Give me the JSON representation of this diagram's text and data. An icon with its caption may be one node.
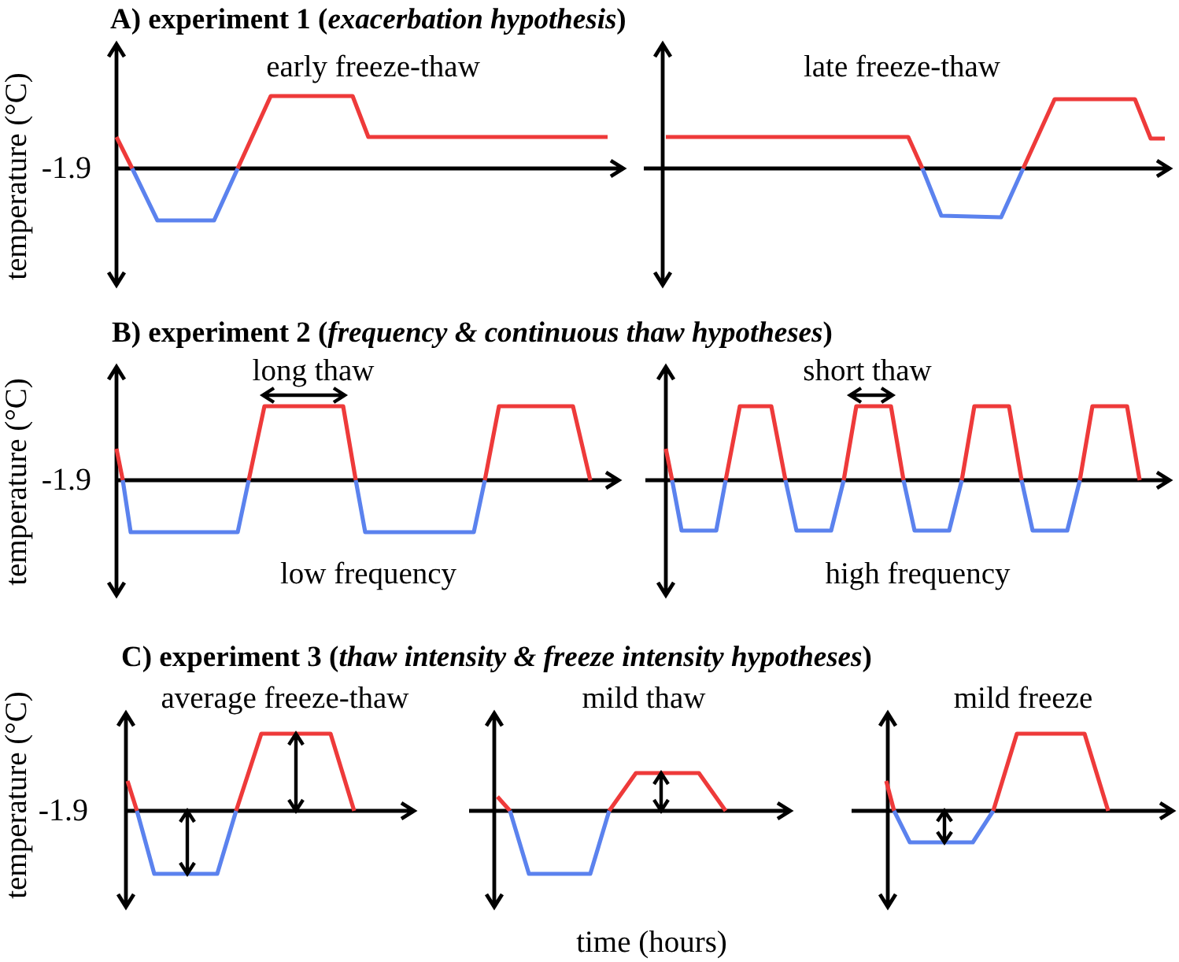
{
  "diagram": {
    "labels": [
      "A) experiment 1 (*exacerbation hypothesis*)",
      "temperature (°C)",
      "early freeze-thaw",
      "-1.9",
      "late freeze-thaw",
      "B) experiment 2 (*frequency & continuous thaw hypotheses*)",
      "temperature (°C)",
      "long thaw",
      "short thaw",
      "-1.9",
      "low frequency",
      "high frequency",
      "C) experiment 3 (*thaw intensity & freeze intensity hypotheses*)",
      "temperature (°C)",
      "average freeze-thaw",
      "mild thaw",
      "mild freeze",
      "-1.9",
      "time (hours)"
    ]
  }
}
